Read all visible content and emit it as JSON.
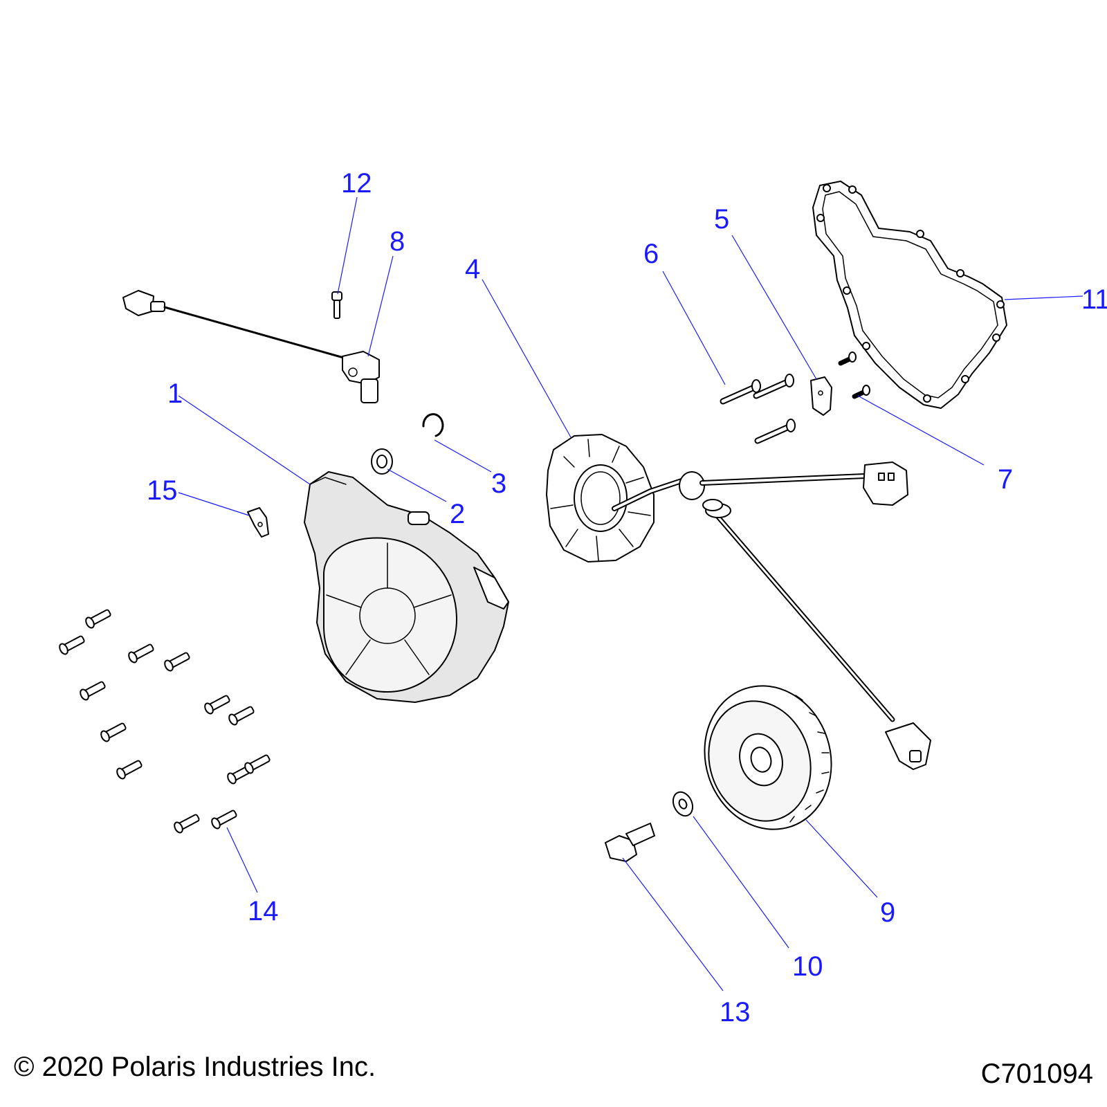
{
  "callouts": {
    "c1": "1",
    "c2": "2",
    "c3": "3",
    "c4": "4",
    "c5": "5",
    "c6": "6",
    "c7": "7",
    "c8": "8",
    "c9": "9",
    "c10": "10",
    "c11": "11",
    "c12": "12",
    "c13": "13",
    "c14": "14",
    "c15": "15"
  },
  "footer": {
    "copyright": "© 2020 Polaris Industries Inc.",
    "drawing_number": "C701094"
  },
  "colors": {
    "callout": "#1a1aff",
    "line": "#000000",
    "background": "#ffffff"
  }
}
